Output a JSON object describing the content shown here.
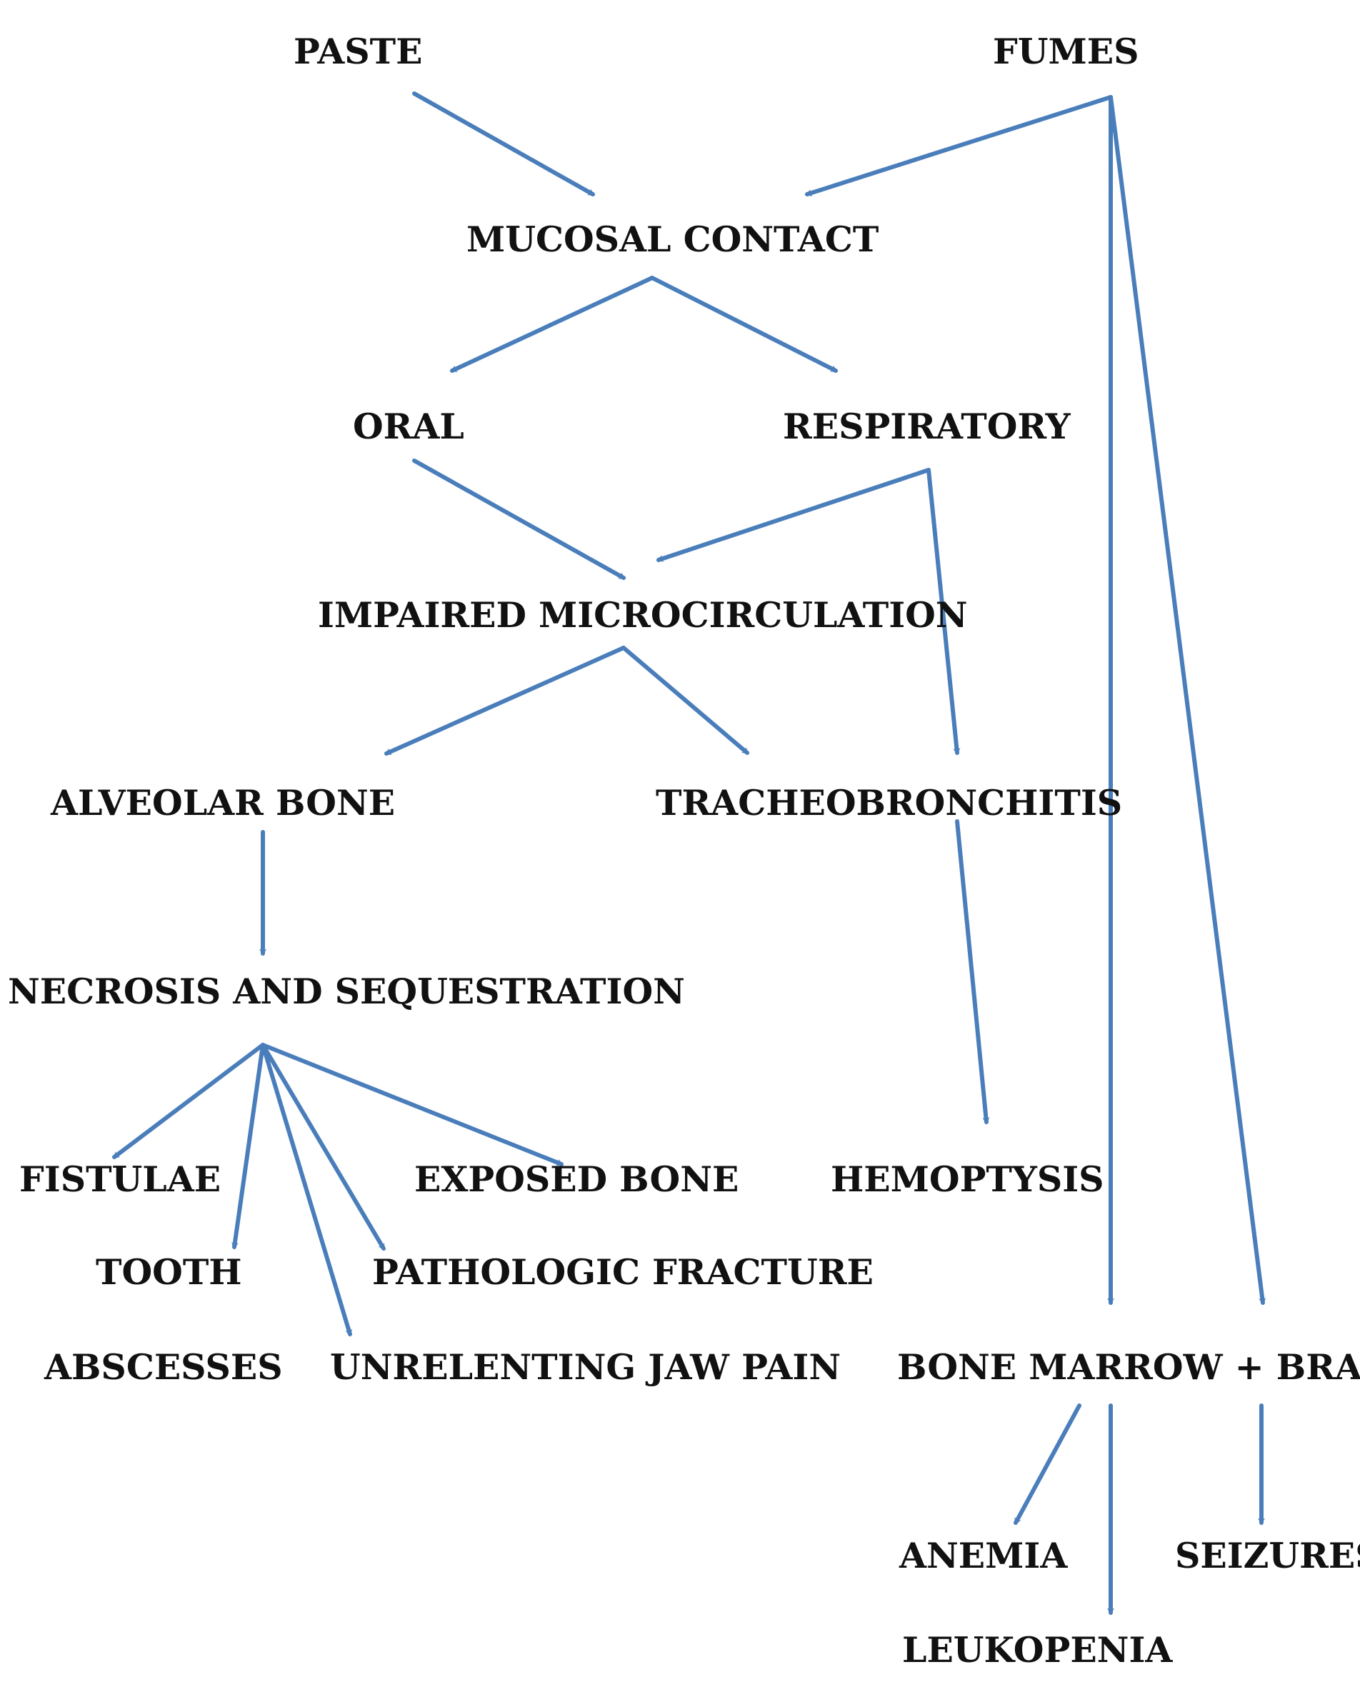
{
  "diagram": {
    "edge_color": "#4a7ebb",
    "text_color": "#111111",
    "nodes": {
      "paste": "PASTE",
      "fumes": "FUMES",
      "mucosal_contact": "MUCOSAL CONTACT",
      "oral": "ORAL",
      "respiratory": "RESPIRATORY",
      "impaired_microcirculation": "IMPAIRED MICROCIRCULATION",
      "alveolar_bone": "ALVEOLAR BONE",
      "tracheobronchitis": "TRACHEOBRONCHITIS",
      "necrosis_sequestration": "NECROSIS AND SEQUESTRATION",
      "fistulae": "FISTULAE",
      "exposed_bone": "EXPOSED BONE",
      "hemoptysis": "HEMOPTYSIS",
      "tooth": "TOOTH",
      "pathologic_fracture": "PATHOLOGIC FRACTURE",
      "abscesses": "ABSCESSES",
      "unrelenting_jaw_pain": "UNRELENTING JAW PAIN",
      "bone_marrow_brain": "BONE MARROW + BRAIN",
      "anemia": "ANEMIA",
      "seizures": "SEIZURES",
      "leukopenia": "LEUKOPENIA"
    },
    "edges": [
      {
        "from": "paste",
        "to": "mucosal_contact"
      },
      {
        "from": "fumes",
        "to": "mucosal_contact"
      },
      {
        "from": "fumes",
        "to": "bone_marrow_brain"
      },
      {
        "from": "fumes",
        "to": "bone_marrow_brain"
      },
      {
        "from": "mucosal_contact",
        "to": "oral"
      },
      {
        "from": "mucosal_contact",
        "to": "respiratory"
      },
      {
        "from": "oral",
        "to": "impaired_microcirculation"
      },
      {
        "from": "respiratory",
        "to": "impaired_microcirculation"
      },
      {
        "from": "respiratory",
        "to": "tracheobronchitis"
      },
      {
        "from": "impaired_microcirculation",
        "to": "alveolar_bone"
      },
      {
        "from": "impaired_microcirculation",
        "to": "tracheobronchitis"
      },
      {
        "from": "tracheobronchitis",
        "to": "hemoptysis"
      },
      {
        "from": "alveolar_bone",
        "to": "necrosis_sequestration"
      },
      {
        "from": "necrosis_sequestration",
        "to": "fistulae"
      },
      {
        "from": "necrosis_sequestration",
        "to": "tooth"
      },
      {
        "from": "necrosis_sequestration",
        "to": "unrelenting_jaw_pain"
      },
      {
        "from": "necrosis_sequestration",
        "to": "pathologic_fracture"
      },
      {
        "from": "necrosis_sequestration",
        "to": "exposed_bone"
      },
      {
        "from": "bone_marrow_brain",
        "to": "anemia"
      },
      {
        "from": "bone_marrow_brain",
        "to": "leukopenia"
      },
      {
        "from": "bone_marrow_brain",
        "to": "seizures"
      }
    ]
  }
}
